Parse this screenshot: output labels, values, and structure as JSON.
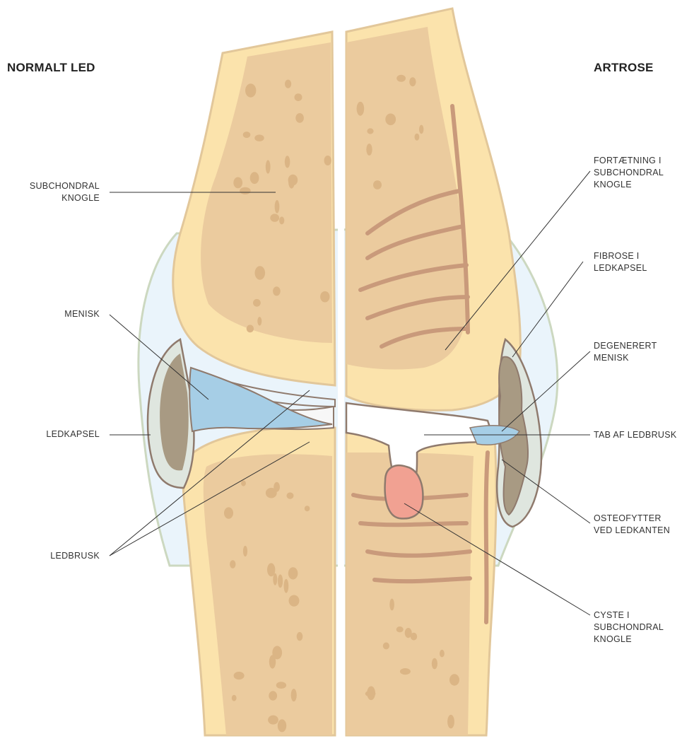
{
  "titles": {
    "normal": "NORMALT LED",
    "artrose": "ARTROSE"
  },
  "labels": {
    "subchondral_knogle": "SUBCHONDRAL\nKNOGLE",
    "menisk": "MENISK",
    "ledkapsel": "LEDKAPSEL",
    "ledbrusk": "LEDBRUSK",
    "fortaetning": "FORTÆTNING I\nSUBCHONDRAL\nKNOGLE",
    "fibrose": "FIBROSE I\nLEDKAPSEL",
    "degenereret_menisk": "DEGENERERT\nMENISK",
    "tab_af_ledbrusk": "TAB AF LEDBRUSK",
    "osteofytter": "OSTEOFYTTER\nVED LEDKANTEN",
    "cyste": "CYSTE I\nSUBCHONDRAL\nKNOGLE"
  },
  "colors": {
    "bone_cortex": "#fbe3ac",
    "bone_spongy": "#ebcb9e",
    "bone_outline": "#e2c79a",
    "cavities": "#dbb585",
    "sclerosis": "#c99a7b",
    "capsule_fluid": "#eaf4fb",
    "capsule_outline": "#ccd8c0",
    "meniscus": "#a6cee6",
    "meniscus_degenerated": "#a89a83",
    "cyst": "#f1a192",
    "cartilage_loss": "#ffffff",
    "outline": "#8f7a6d",
    "leader_line": "#333333"
  }
}
